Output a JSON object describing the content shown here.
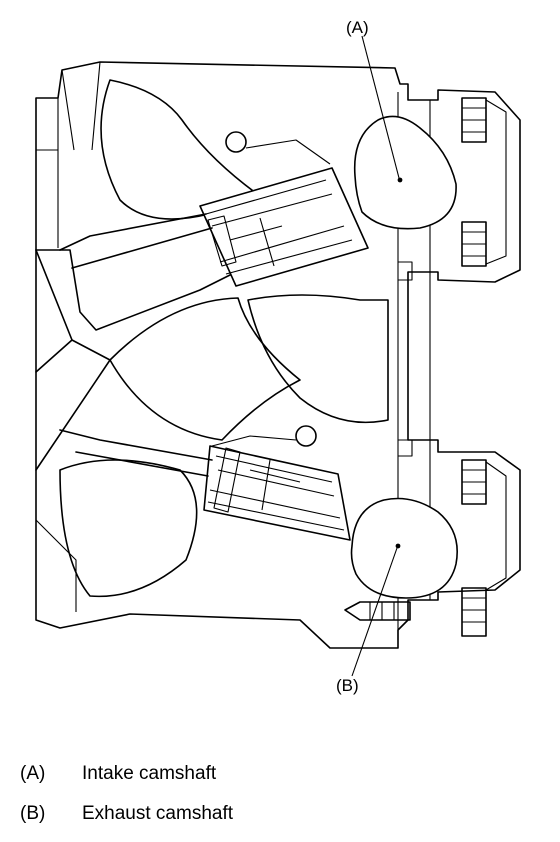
{
  "callouts": {
    "a": "(A)",
    "b": "(B)"
  },
  "legend": [
    {
      "key": "(A)",
      "text": "Intake camshaft"
    },
    {
      "key": "(B)",
      "text": "Exhaust camshaft"
    }
  ],
  "colors": {
    "line": "#000000",
    "background": "#ffffff"
  }
}
